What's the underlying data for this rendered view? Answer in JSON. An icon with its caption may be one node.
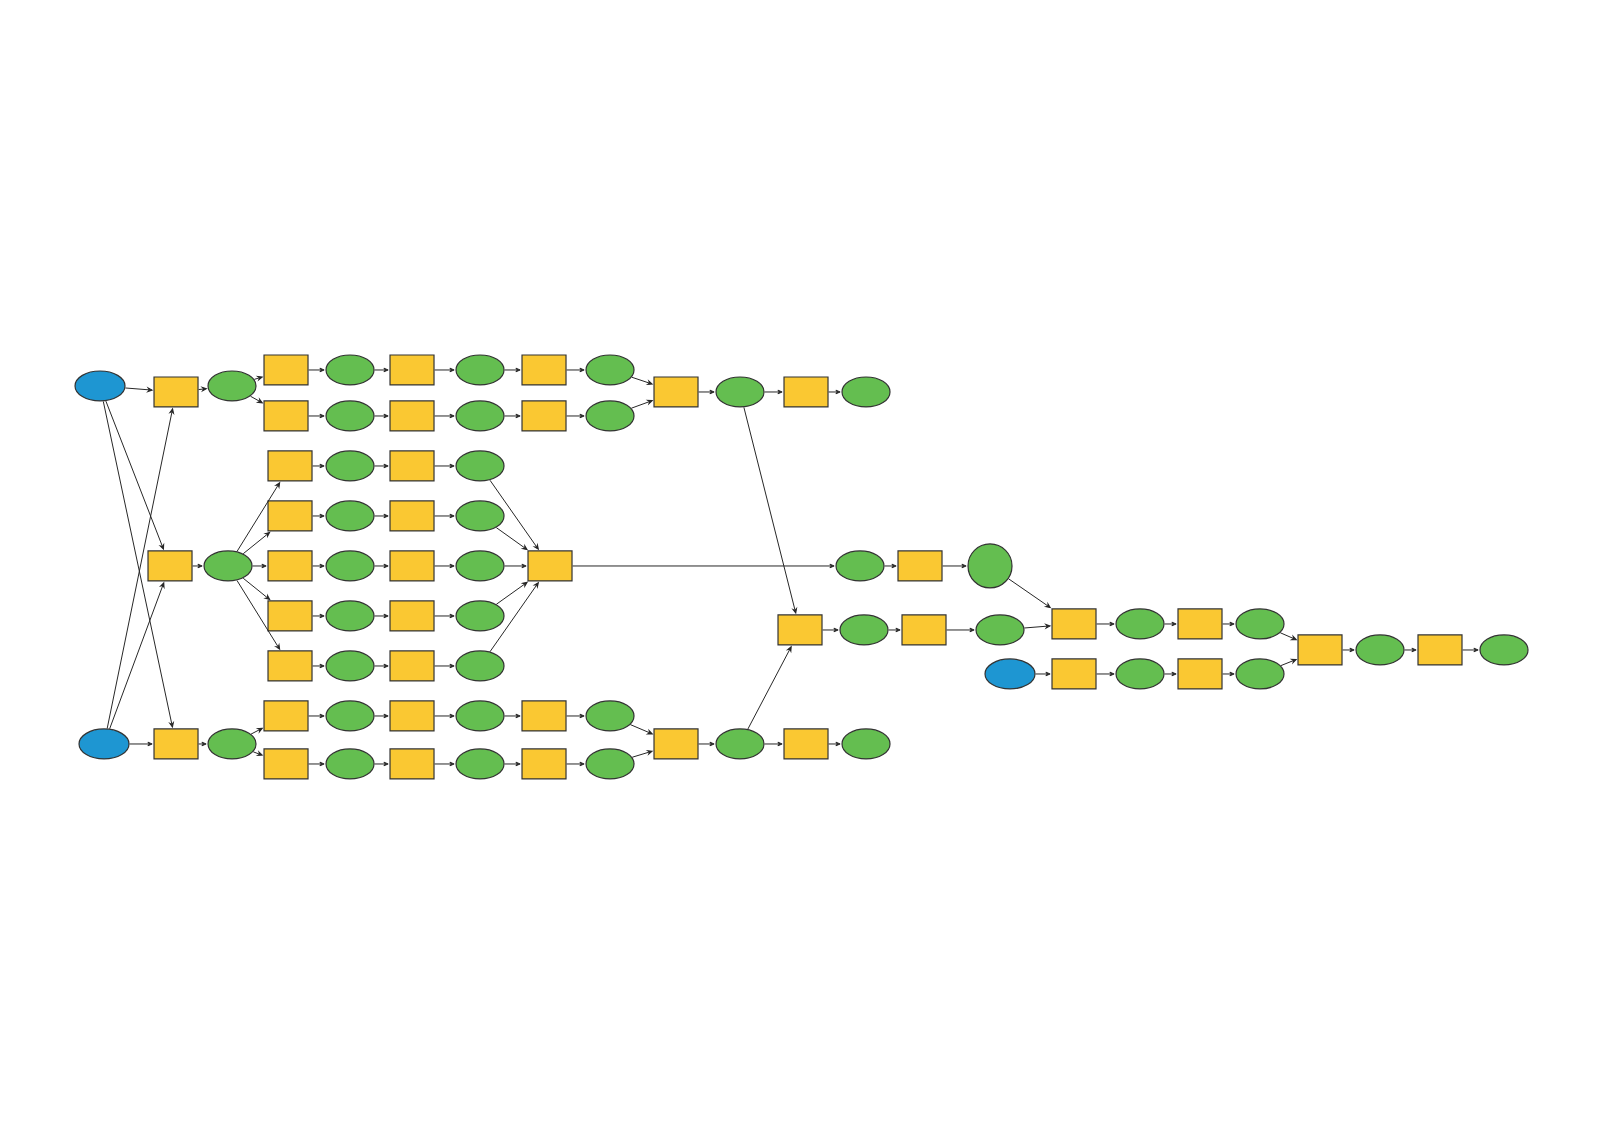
{
  "diagram": {
    "nodes": [
      {
        "text": [],
        "shape": "ellipse"
      },
      {
        "text": [],
        "shape": "box"
      },
      {
        "text": [],
        "shape": "ellipse"
      },
      {
        "text": [],
        "shape": "box"
      },
      {
        "text": [],
        "shape": "box"
      },
      {
        "text": [],
        "shape": "ellipse"
      },
      {
        "text": [],
        "shape": "box"
      },
      {
        "text": [],
        "shape": "ellipse"
      },
      {
        "text": [],
        "shape": "box"
      },
      {
        "text": [],
        "shape": "ellipse"
      },
      {
        "text": [],
        "shape": "ellipse"
      },
      {
        "text": [],
        "shape": "box"
      },
      {
        "text": [],
        "shape": "ellipse"
      },
      {
        "text": [],
        "shape": "box"
      },
      {
        "text": [],
        "shape": "ellipse"
      },
      {
        "text": [],
        "shape": "box"
      },
      {
        "text": [],
        "shape": "ellipse"
      },
      {
        "text": [],
        "shape": "box"
      },
      {
        "text": [],
        "shape": "ellipse"
      },
      {
        "text": [],
        "shape": "box"
      },
      {
        "text": [],
        "shape": "ellipse"
      },
      {
        "text": [],
        "shape": "box"
      },
      {
        "text": [],
        "shape": "box"
      },
      {
        "text": [],
        "shape": "box"
      },
      {
        "text": [],
        "shape": "box"
      },
      {
        "text": [],
        "shape": "box"
      },
      {
        "text": [],
        "shape": "ellipse"
      },
      {
        "text": [],
        "shape": "ellipse"
      },
      {
        "text": [],
        "shape": "ellipse"
      },
      {
        "text": [],
        "shape": "ellipse"
      },
      {
        "text": [],
        "shape": "ellipse"
      },
      {
        "text": [],
        "shape": "box"
      },
      {
        "text": [],
        "shape": "box"
      },
      {
        "text": [],
        "shape": "box"
      },
      {
        "text": [],
        "shape": "box"
      },
      {
        "text": [],
        "shape": "box"
      },
      {
        "text": [],
        "shape": "ellipse"
      },
      {
        "text": [],
        "shape": "ellipse"
      },
      {
        "text": [],
        "shape": "ellipse"
      },
      {
        "text": [],
        "shape": "ellipse"
      },
      {
        "text": [],
        "shape": "ellipse"
      },
      {
        "text": [],
        "shape": "box"
      },
      {
        "text": [],
        "shape": "ellipse"
      },
      {
        "text": [],
        "shape": "box"
      },
      {
        "text": [],
        "shape": "circle"
      },
      {
        "text": [],
        "shape": "box"
      },
      {
        "text": [],
        "shape": "ellipse"
      },
      {
        "text": [],
        "shape": "box"
      },
      {
        "text": [],
        "shape": "ellipse"
      },
      {
        "text": [],
        "shape": "box"
      },
      {
        "text": [],
        "shape": "ellipse"
      },
      {
        "text": [],
        "shape": "box"
      },
      {
        "text": [],
        "shape": "ellipse"
      },
      {
        "text": [],
        "shape": "ellipse"
      },
      {
        "text": [],
        "shape": "box"
      },
      {
        "text": [],
        "shape": "ellipse"
      },
      {
        "text": [],
        "shape": "box"
      },
      {
        "text": [],
        "shape": "ellipse"
      },
      {
        "text": [],
        "shape": "box"
      },
      {
        "text": [],
        "shape": "ellipse"
      },
      {
        "text": [],
        "shape": "box"
      },
      {
        "text": [],
        "shape": "ellipse"
      },
      {
        "text": [],
        "shape": "ellipse"
      },
      {
        "text": [],
        "shape": "box"
      },
      {
        "text": [],
        "shape": "ellipse"
      },
      {
        "text": [],
        "shape": "box"
      },
      {
        "text": [],
        "shape": "box"
      },
      {
        "text": [],
        "shape": "ellipse"
      },
      {
        "text": [],
        "shape": "box"
      },
      {
        "text": [],
        "shape": "ellipse"
      },
      {
        "text": [],
        "shape": "box"
      },
      {
        "text": [],
        "shape": "ellipse"
      },
      {
        "text": [],
        "shape": "ellipse"
      },
      {
        "text": [],
        "shape": "box"
      },
      {
        "text": [],
        "shape": "ellipse"
      },
      {
        "text": [],
        "shape": "box"
      },
      {
        "text": [],
        "shape": "ellipse"
      },
      {
        "text": [],
        "shape": "box"
      },
      {
        "text": [],
        "shape": "ellipse"
      },
      {
        "text": [],
        "shape": "box"
      },
      {
        "text": [],
        "shape": "ellipse"
      }
    ],
    "edges": [
      {
        "from": 0,
        "to": 1,
        "arrow": "to"
      },
      {
        "from": 0,
        "to": 19,
        "arrow": "to"
      },
      {
        "from": 0,
        "to": 63,
        "arrow": "to"
      },
      {
        "from": 62,
        "to": 1,
        "arrow": "to"
      },
      {
        "from": 62,
        "to": 19,
        "arrow": "to"
      },
      {
        "from": 62,
        "to": 63,
        "arrow": "to"
      },
      {
        "from": 1,
        "to": 2,
        "arrow": "to"
      },
      {
        "from": 2,
        "to": 3,
        "arrow": "to"
      },
      {
        "from": 2,
        "to": 4,
        "arrow": "to"
      },
      {
        "from": 3,
        "to": 5,
        "arrow": "to"
      },
      {
        "from": 5,
        "to": 6,
        "arrow": "to"
      },
      {
        "from": 6,
        "to": 7,
        "arrow": "to"
      },
      {
        "from": 7,
        "to": 8,
        "arrow": "to"
      },
      {
        "from": 8,
        "to": 9,
        "arrow": "to"
      },
      {
        "from": 4,
        "to": 10,
        "arrow": "to"
      },
      {
        "from": 10,
        "to": 11,
        "arrow": "to"
      },
      {
        "from": 11,
        "to": 12,
        "arrow": "to"
      },
      {
        "from": 12,
        "to": 13,
        "arrow": "to"
      },
      {
        "from": 13,
        "to": 14,
        "arrow": "to"
      },
      {
        "from": 9,
        "to": 15,
        "arrow": "to"
      },
      {
        "from": 14,
        "to": 15,
        "arrow": "to"
      },
      {
        "from": 15,
        "to": 16,
        "arrow": "to"
      },
      {
        "from": 16,
        "to": 17,
        "arrow": "to"
      },
      {
        "from": 17,
        "to": 18,
        "arrow": "to"
      },
      {
        "from": 16,
        "to": 45,
        "arrow": "to"
      },
      {
        "from": 19,
        "to": 20,
        "arrow": "to"
      },
      {
        "from": 20,
        "to": 21,
        "arrow": "to"
      },
      {
        "from": 20,
        "to": 22,
        "arrow": "to"
      },
      {
        "from": 20,
        "to": 23,
        "arrow": "to"
      },
      {
        "from": 20,
        "to": 24,
        "arrow": "to"
      },
      {
        "from": 20,
        "to": 25,
        "arrow": "to"
      },
      {
        "from": 21,
        "to": 26,
        "arrow": "to"
      },
      {
        "from": 22,
        "to": 27,
        "arrow": "to"
      },
      {
        "from": 23,
        "to": 28,
        "arrow": "to"
      },
      {
        "from": 24,
        "to": 29,
        "arrow": "to"
      },
      {
        "from": 25,
        "to": 30,
        "arrow": "to"
      },
      {
        "from": 26,
        "to": 31,
        "arrow": "to"
      },
      {
        "from": 27,
        "to": 32,
        "arrow": "to"
      },
      {
        "from": 28,
        "to": 33,
        "arrow": "to"
      },
      {
        "from": 29,
        "to": 34,
        "arrow": "to"
      },
      {
        "from": 30,
        "to": 35,
        "arrow": "to"
      },
      {
        "from": 31,
        "to": 36,
        "arrow": "to"
      },
      {
        "from": 32,
        "to": 37,
        "arrow": "to"
      },
      {
        "from": 33,
        "to": 38,
        "arrow": "to"
      },
      {
        "from": 34,
        "to": 39,
        "arrow": "to"
      },
      {
        "from": 35,
        "to": 40,
        "arrow": "to"
      },
      {
        "from": 36,
        "to": 41,
        "arrow": "to"
      },
      {
        "from": 37,
        "to": 41,
        "arrow": "to"
      },
      {
        "from": 38,
        "to": 41,
        "arrow": "to"
      },
      {
        "from": 39,
        "to": 41,
        "arrow": "to"
      },
      {
        "from": 40,
        "to": 41,
        "arrow": "to"
      },
      {
        "from": 41,
        "to": 42,
        "arrow": "to"
      },
      {
        "from": 42,
        "to": 43,
        "arrow": "to"
      },
      {
        "from": 43,
        "to": 44,
        "arrow": "to"
      },
      {
        "from": 44,
        "to": 49,
        "arrow": "to"
      },
      {
        "from": 45,
        "to": 46,
        "arrow": "to"
      },
      {
        "from": 46,
        "to": 47,
        "arrow": "to"
      },
      {
        "from": 47,
        "to": 48,
        "arrow": "to"
      },
      {
        "from": 48,
        "to": 49,
        "arrow": "to"
      },
      {
        "from": 49,
        "to": 50,
        "arrow": "to"
      },
      {
        "from": 50,
        "to": 51,
        "arrow": "to"
      },
      {
        "from": 51,
        "to": 52,
        "arrow": "to"
      },
      {
        "from": 52,
        "to": 58,
        "arrow": "to"
      },
      {
        "from": 53,
        "to": 54,
        "arrow": "to"
      },
      {
        "from": 54,
        "to": 55,
        "arrow": "to"
      },
      {
        "from": 55,
        "to": 56,
        "arrow": "to"
      },
      {
        "from": 56,
        "to": 57,
        "arrow": "to"
      },
      {
        "from": 57,
        "to": 58,
        "arrow": "to"
      },
      {
        "from": 58,
        "to": 59,
        "arrow": "to"
      },
      {
        "from": 59,
        "to": 60,
        "arrow": "to"
      },
      {
        "from": 60,
        "to": 61,
        "arrow": "to"
      },
      {
        "from": 63,
        "to": 64,
        "arrow": "to"
      },
      {
        "from": 64,
        "to": 65,
        "arrow": "to"
      },
      {
        "from": 64,
        "to": 66,
        "arrow": "to"
      },
      {
        "from": 65,
        "to": 67,
        "arrow": "to"
      },
      {
        "from": 67,
        "to": 68,
        "arrow": "to"
      },
      {
        "from": 68,
        "to": 69,
        "arrow": "to"
      },
      {
        "from": 69,
        "to": 70,
        "arrow": "to"
      },
      {
        "from": 70,
        "to": 71,
        "arrow": "to"
      },
      {
        "from": 66,
        "to": 72,
        "arrow": "to"
      },
      {
        "from": 72,
        "to": 73,
        "arrow": "to"
      },
      {
        "from": 73,
        "to": 74,
        "arrow": "to"
      },
      {
        "from": 74,
        "to": 75,
        "arrow": "to"
      },
      {
        "from": 75,
        "to": 76,
        "arrow": "to"
      },
      {
        "from": 71,
        "to": 77,
        "arrow": "to"
      },
      {
        "from": 76,
        "to": 77,
        "arrow": "to"
      },
      {
        "from": 77,
        "to": 78,
        "arrow": "to"
      },
      {
        "from": 78,
        "to": 79,
        "arrow": "to"
      },
      {
        "from": 79,
        "to": 80,
        "arrow": "to"
      },
      {
        "from": 78,
        "to": 45,
        "arrow": "to"
      }
    ]
  }
}
